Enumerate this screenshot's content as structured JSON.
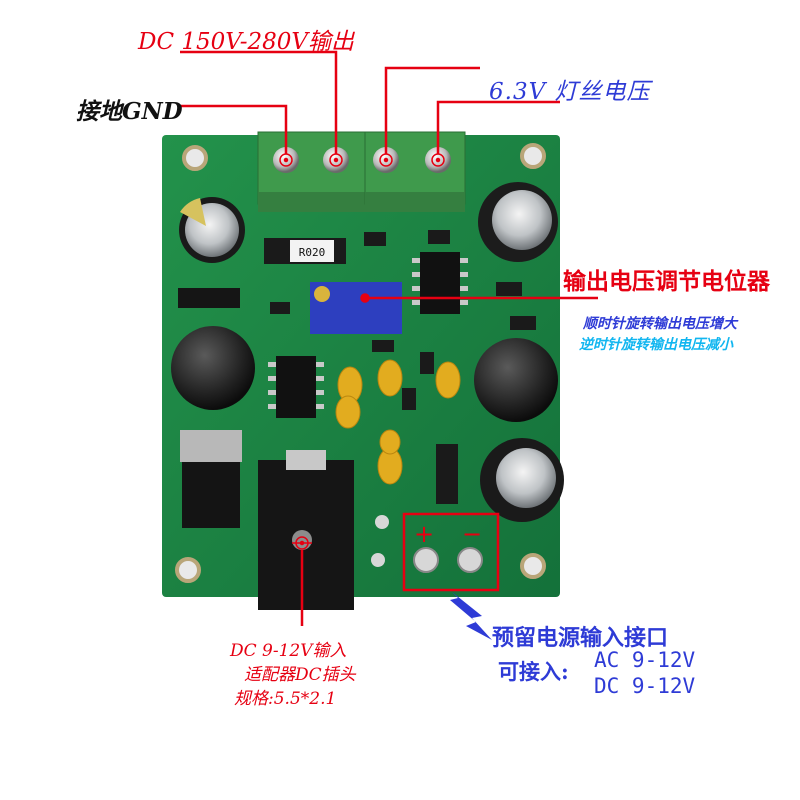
{
  "labels": {
    "hv_output": "DC 150V-280V输出",
    "ground": "接地GND",
    "filament": "6.3V 灯丝电压",
    "pot_title": "输出电压调节电位器",
    "pot_cw": "顺时针旋转输出电压增大",
    "pot_ccw": "逆时针旋转输出电压减小",
    "dc_in_1": "DC 9-12V输入",
    "dc_in_2": "适配器DC插头",
    "dc_in_3": "规格:5.5*2.1",
    "reserved_title": "预留电源输入接口",
    "accept_prefix": "可接入:",
    "accept_ac": "AC 9-12V",
    "accept_dc": "DC 9-12V"
  },
  "board": {
    "plus_sign": "+",
    "minus_sign": "−",
    "silk_r020": "R020"
  },
  "colors": {
    "pcb_green": "#1c8a44",
    "annotation_red": "#e60012",
    "annotation_blue": "#2e3bd6",
    "annotation_sky": "#11b6f0",
    "terminal_green": "#3f9a4c"
  }
}
